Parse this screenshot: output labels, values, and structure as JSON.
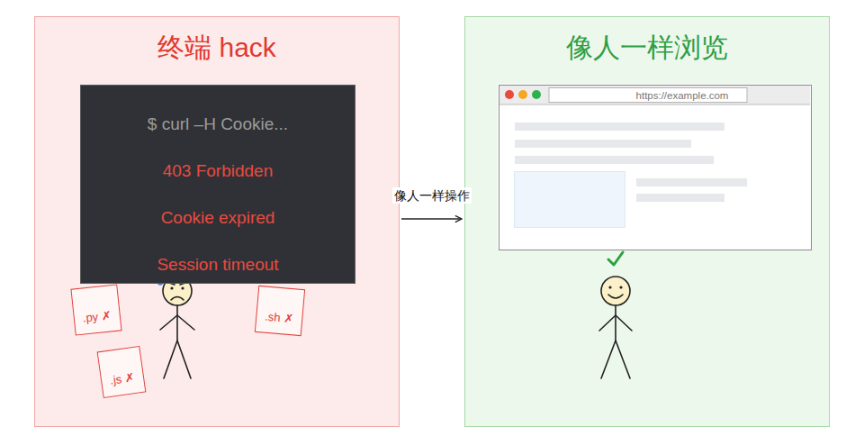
{
  "diagram": {
    "nodes": [
      {
        "text": [
          "终端 hack"
        ]
      },
      {
        "text": [
          "$ curl –H Cookie...",
          "403 Forbidden",
          "Cookie expired",
          "Session timeout"
        ],
        "in": 0
      },
      {
        "text": [
          ".py ✗"
        ],
        "in": 0
      },
      {
        "text": [
          ".sh ✗"
        ],
        "in": 0
      },
      {
        "text": [
          ".js ✗"
        ],
        "in": 0
      },
      {
        "text": [
          "像人一样浏览"
        ]
      },
      {
        "text": [
          "https://example.com"
        ],
        "in": 5
      }
    ],
    "edges": [
      {
        "from": 0,
        "to": 5,
        "label": "像人一样操作",
        "arrow": "to"
      }
    ]
  }
}
